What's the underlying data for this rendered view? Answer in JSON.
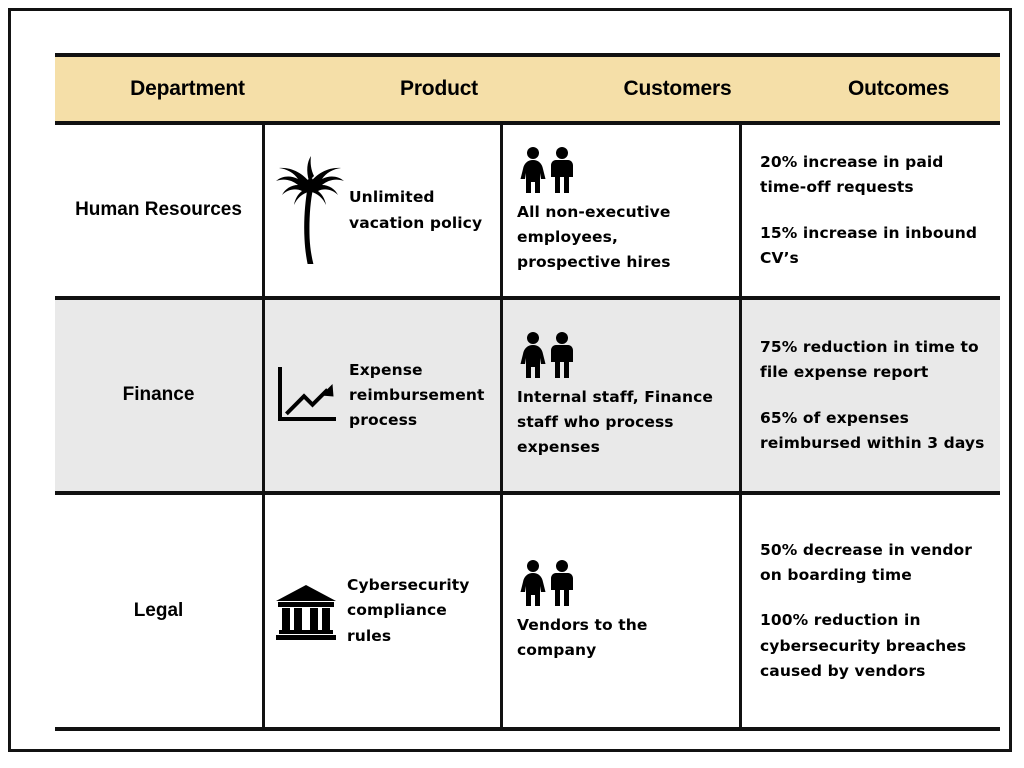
{
  "theme": {
    "header_background": "#f5dfa8",
    "shaded_row_background": "#e9e9e9",
    "line_color": "#111111",
    "text_color": "#000000",
    "page_background": "#ffffff"
  },
  "table": {
    "columns": [
      {
        "key": "department",
        "label": "Department"
      },
      {
        "key": "product",
        "label": "Product"
      },
      {
        "key": "customers",
        "label": "Customers"
      },
      {
        "key": "outcomes",
        "label": "Outcomes"
      }
    ],
    "rows": [
      {
        "department": "Human Resources",
        "product": {
          "icon": "palm-tree-icon",
          "text": "Unlimited vacation policy"
        },
        "customers": {
          "icon": "two-people-icon",
          "text": "All non-executive employees, prospective hires"
        },
        "outcomes": [
          "20% increase in paid time-off requests",
          "15% increase in inbound CV’s"
        ],
        "shaded": false
      },
      {
        "department": "Finance",
        "product": {
          "icon": "line-chart-icon",
          "text": "Expense reimbursement process"
        },
        "customers": {
          "icon": "two-people-icon",
          "text": "Internal staff, Finance staff who process expenses"
        },
        "outcomes": [
          "75% reduction in time to file expense report",
          "65% of expenses reimbursed within 3 days"
        ],
        "shaded": true
      },
      {
        "department": "Legal",
        "product": {
          "icon": "classical-building-icon",
          "text": "Cybersecurity compliance rules"
        },
        "customers": {
          "icon": "two-people-icon",
          "text": "Vendors to the company"
        },
        "outcomes": [
          "50% decrease in vendor on boarding time",
          "100% reduction in cybersecurity breaches caused by vendors"
        ],
        "shaded": false
      }
    ]
  }
}
